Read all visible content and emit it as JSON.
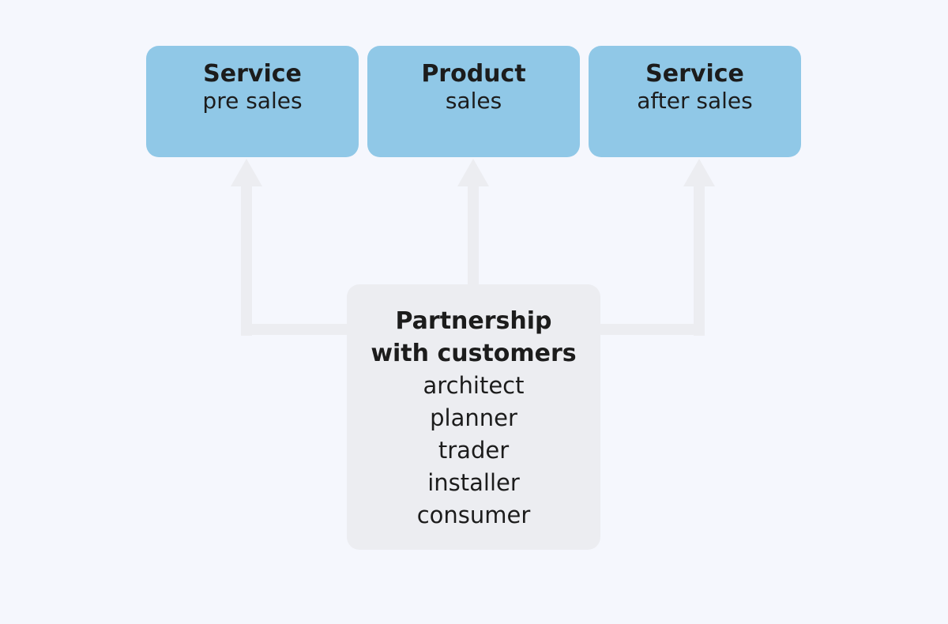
{
  "top_boxes": [
    {
      "title": "Service",
      "subtitle": "pre sales"
    },
    {
      "title": "Product",
      "subtitle": "sales"
    },
    {
      "title": "Service",
      "subtitle": "after sales"
    }
  ],
  "partnership": {
    "title_line1": "Partnership",
    "title_line2": "with customers",
    "items": [
      "architect",
      "planner",
      "trader",
      "installer",
      "consumer"
    ]
  },
  "colors": {
    "background": "#f5f7fd",
    "top_box_fill": "#90c8e7",
    "bottom_box_fill": "#ecedf1",
    "arrow_fill": "#ecedf1",
    "text": "#1c1c1c"
  }
}
